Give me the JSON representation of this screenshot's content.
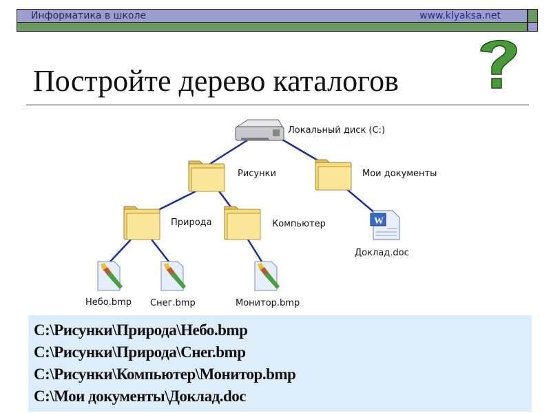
{
  "header": {
    "left_text": "Информатика в школе",
    "right_text": "www.klyaksa.net",
    "colors": {
      "blue": "#9b9dcc",
      "green": "#6a9a60"
    }
  },
  "slide": {
    "title": "Постройте дерево каталогов",
    "question_icon": "question-mark-icon",
    "question_color": "#4a9a3a"
  },
  "tree": {
    "line_color": "#1a2aa0",
    "nodes": [
      {
        "id": "disk",
        "type": "drive",
        "icon": "hard-drive-icon",
        "label": "Локальный диск (C:)"
      },
      {
        "id": "risunki",
        "type": "folder",
        "icon": "folder-icon",
        "label": "Рисунки",
        "parent": "disk"
      },
      {
        "id": "moi_docs",
        "type": "folder",
        "icon": "folder-icon",
        "label": "Мои документы",
        "parent": "disk"
      },
      {
        "id": "priroda",
        "type": "folder",
        "icon": "folder-icon",
        "label": "Природа",
        "parent": "risunki"
      },
      {
        "id": "komputer",
        "type": "folder",
        "icon": "folder-icon",
        "label": "Компьютер",
        "parent": "risunki"
      },
      {
        "id": "doklad",
        "type": "file",
        "icon": "word-document-icon",
        "label": "Доклад.doc",
        "parent": "moi_docs"
      },
      {
        "id": "nebo",
        "type": "file",
        "icon": "bitmap-image-icon",
        "label": "Небо.bmp",
        "parent": "priroda"
      },
      {
        "id": "sneg",
        "type": "file",
        "icon": "bitmap-image-icon",
        "label": "Снег.bmp",
        "parent": "priroda"
      },
      {
        "id": "monitor",
        "type": "file",
        "icon": "bitmap-image-icon",
        "label": "Монитор.bmp",
        "parent": "komputer"
      }
    ]
  },
  "paths": {
    "background": "#ddeefa",
    "lines": [
      "C:\\Рисунки\\Природа\\Небо.bmp",
      "C:\\Рисунки\\Природа\\Снег.bmp",
      "C:\\Рисунки\\Компьютер\\Монитор.bmp",
      "C:\\Мои документы\\Доклад.doc"
    ]
  }
}
